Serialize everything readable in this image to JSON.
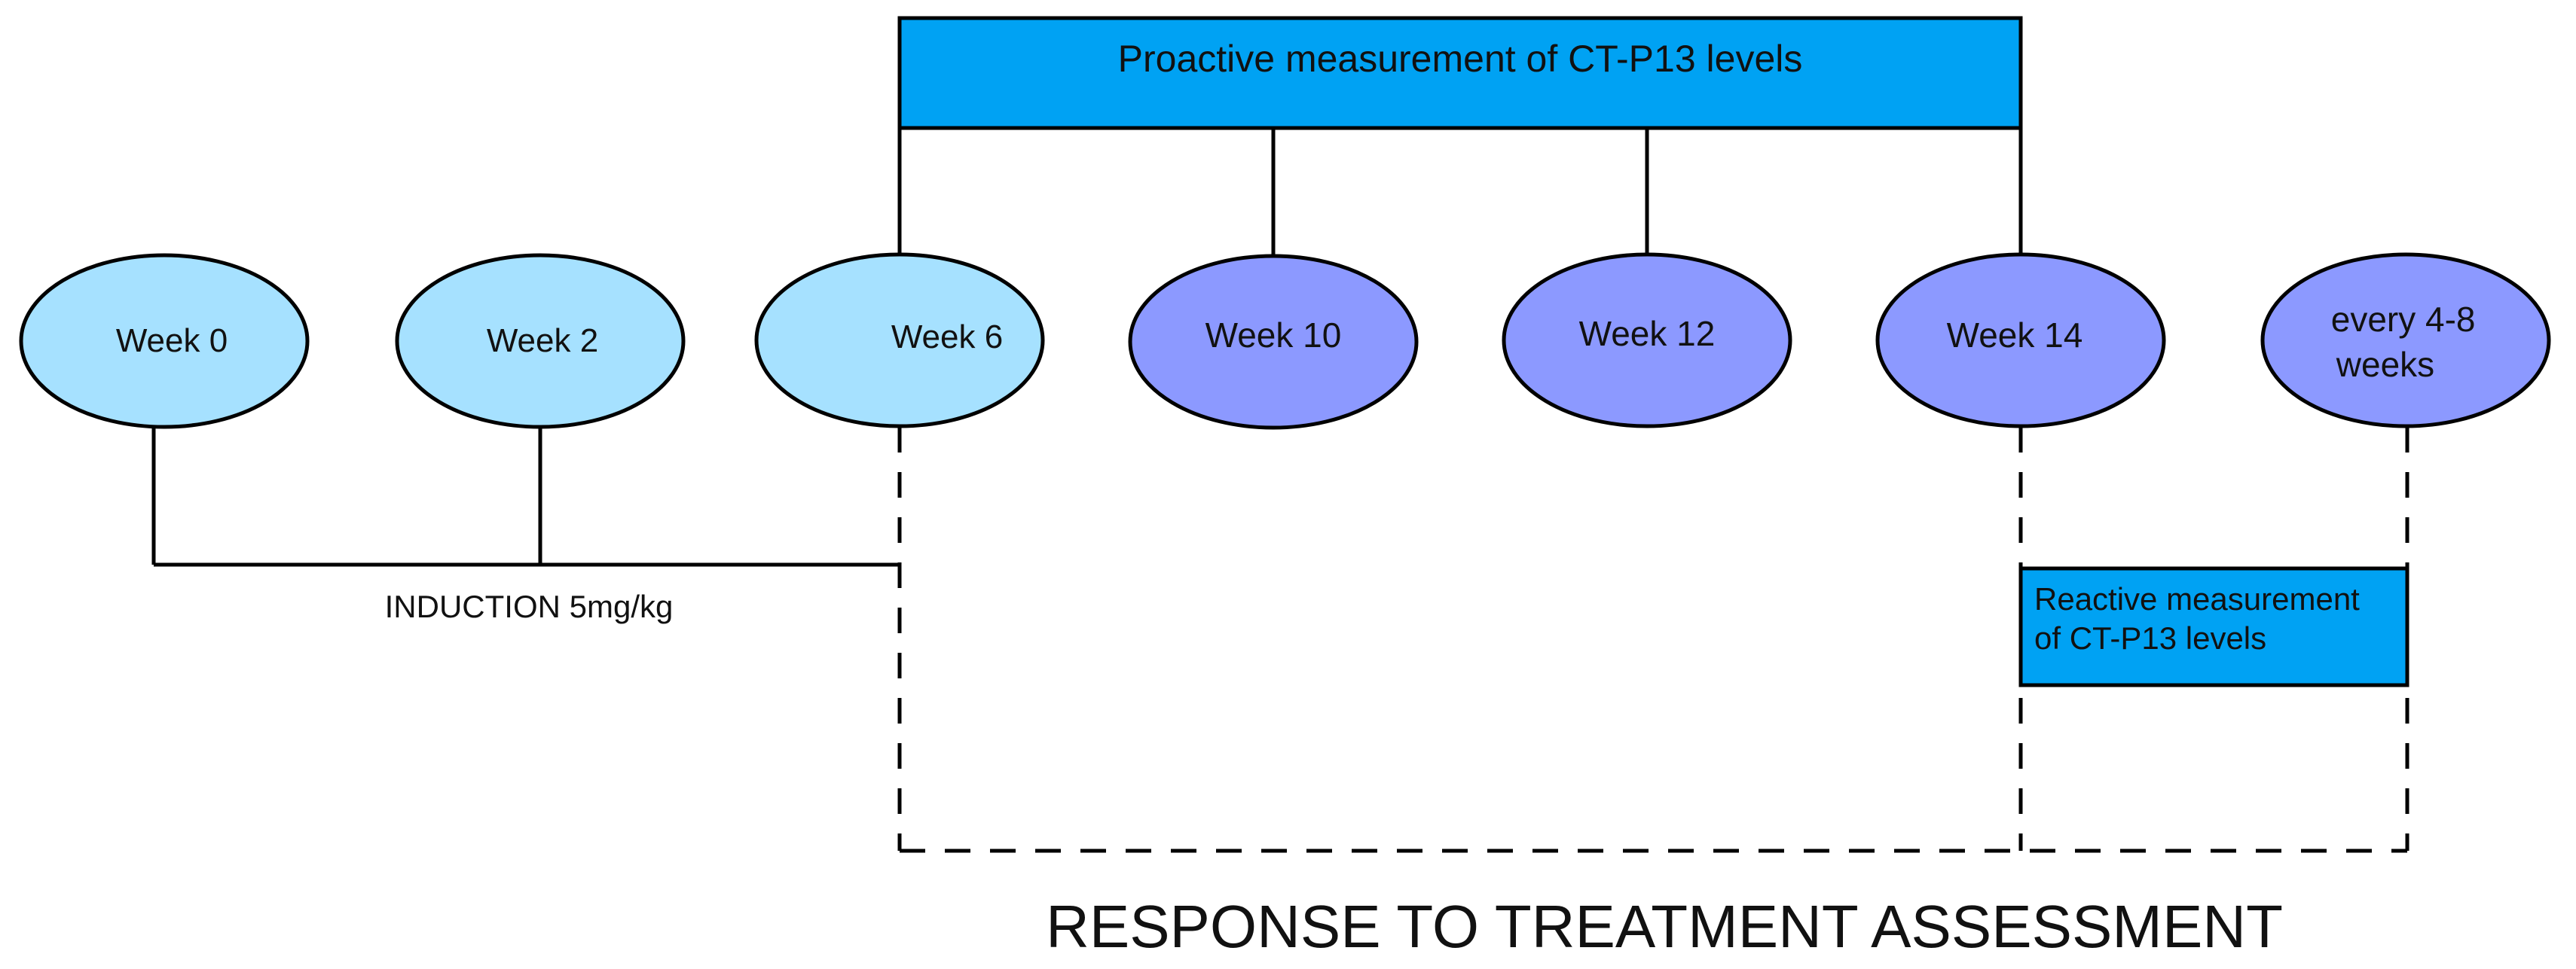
{
  "proactive_box": {
    "label": "Proactive measurement of CT-P13 levels",
    "color": "#00a2f3"
  },
  "reactive_box": {
    "line1": "Reactive measurement",
    "line2": "of CT-P13 levels",
    "color": "#00a2f3"
  },
  "induction_label": "INDUCTION 5mg/kg",
  "assessment_label": "RESPONSE TO TREATMENT ASSESSMENT",
  "nodes": {
    "week0": {
      "label": "Week 0",
      "color": "#a6e1ff"
    },
    "week2": {
      "label": "Week 2",
      "color": "#a6e1ff"
    },
    "week6": {
      "label": "Week 6",
      "color": "#a6e1ff"
    },
    "week10": {
      "label": "Week 10",
      "color": "#8c99ff"
    },
    "week12": {
      "label": "Week 12",
      "color": "#8c99ff"
    },
    "week14": {
      "label": "Week 14",
      "color": "#8c99ff"
    },
    "every": {
      "line1": "every 4-8",
      "line2": "weeks",
      "color": "#8c99ff"
    }
  }
}
